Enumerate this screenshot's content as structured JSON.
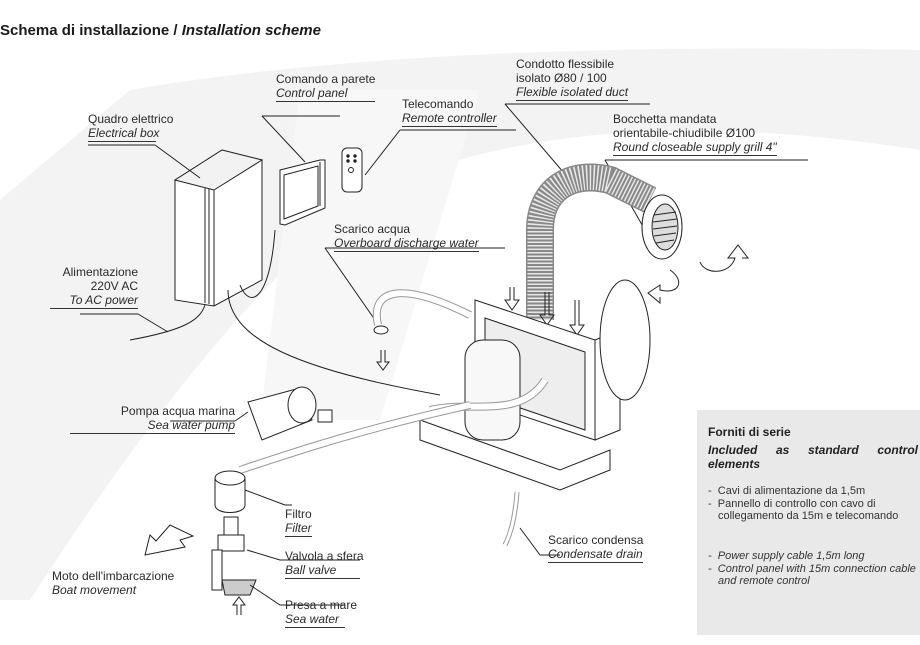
{
  "title": {
    "italian": "Schema di installazione / ",
    "english": "Installation scheme"
  },
  "labels": {
    "control_panel": {
      "it": "Comando a parete",
      "en": "Control panel"
    },
    "electrical_box": {
      "it": "Quadro elettrico",
      "en": "Electrical box"
    },
    "remote": {
      "it": "Telecomando",
      "en": "Remote controller"
    },
    "duct": {
      "it1": "Condotto flessibile",
      "it2": "isolato Ø80 / 100",
      "en": "Flexible isolated duct"
    },
    "grill": {
      "it1": "Bocchetta mandata",
      "it2": "orientabile-chiudibile Ø100",
      "en": "Round closeable supply grill 4\""
    },
    "discharge": {
      "it": "Scarico acqua",
      "en": "Overboard discharge water"
    },
    "power": {
      "it1": "Alimentazione",
      "it2": "220V AC",
      "en": "To AC power"
    },
    "pump": {
      "it": "Pompa acqua marina",
      "en": "Sea water pump"
    },
    "filter": {
      "it": "Filtro",
      "en": "Filter"
    },
    "ball_valve": {
      "it": "Valvola a sfera",
      "en": "Ball valve"
    },
    "sea_water": {
      "it": "Presa a mare",
      "en": "Sea water"
    },
    "boat_movement": {
      "it": "Moto dell'imbarcazione",
      "en": "Boat movement"
    },
    "condensate": {
      "it": "Scarico condensa",
      "en": "Condensate drain"
    }
  },
  "standard_box": {
    "heading_it": "Forniti di serie",
    "heading_en": "Included as standard control elements",
    "items_it": [
      "Cavi di alimentazione da 1,5m",
      "Pannello di controllo con cavo di collegamento da 15m e telecomando"
    ],
    "items_en": [
      "Power supply cable 1,5m long",
      "Control panel with 15m connection cable and remote control"
    ]
  },
  "icons": [
    "electrical-box-icon",
    "control-panel-icon",
    "remote-controller-icon",
    "flexible-duct-icon",
    "supply-grill-icon",
    "air-unit-icon",
    "sea-water-pump-icon",
    "filter-icon",
    "ball-valve-icon",
    "arrow-icon"
  ]
}
